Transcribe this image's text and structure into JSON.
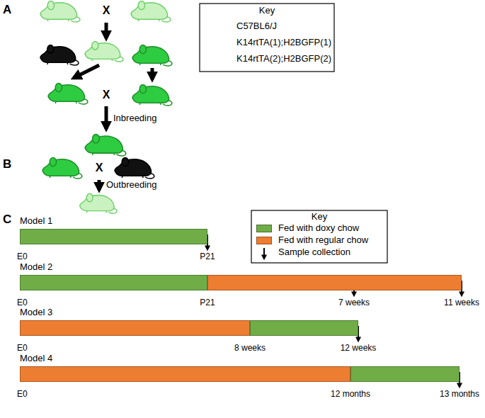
{
  "diagram": {
    "nodes": [
      {
        "text": [
          "Model 1"
        ]
      },
      {
        "text": [
          "Model 2"
        ]
      },
      {
        "text": [
          "Model 3"
        ]
      },
      {
        "text": [
          "Model 4"
        ]
      }
    ],
    "labels": [
      "A",
      "X",
      "X",
      "Inbreeding",
      "Key",
      "B",
      "X",
      "Outbreeding",
      "C",
      "Key",
      "E0",
      "P21",
      "E0",
      "P21",
      "7 weeks",
      "11 weeks",
      "E0",
      "8 weeks",
      "12 weeks",
      "E0",
      "12 months",
      "13 months"
    ],
    "legend": [
      {
        "text": "C57BL6/J"
      },
      {
        "text": "K14rtTA(1);H2BGFP(1)"
      },
      {
        "text": "K14rtTA(2);H2BGFP(2)"
      },
      {
        "text": "Fed with doxy chow",
        "color": "#70ad47"
      },
      {
        "text": "Fed with regular chow",
        "color": "#ed7d31"
      },
      {
        "text": "Sample collection"
      }
    ]
  }
}
